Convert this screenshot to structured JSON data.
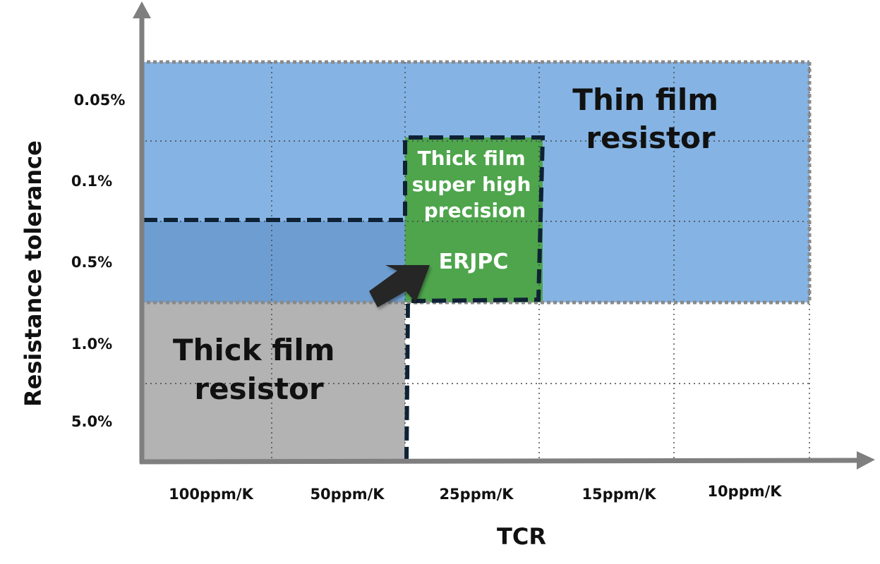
{
  "chart_data": {
    "type": "diagram",
    "xlabel": "TCR",
    "ylabel": "Resistance tolerance",
    "x_ticks": [
      "100ppm/K",
      "50ppm/K",
      "25ppm/K",
      "15ppm/K",
      "10ppm/K"
    ],
    "y_ticks": [
      "0.05%",
      "0.1%",
      "0.5%",
      "1.0%",
      "5.0%"
    ],
    "regions": [
      {
        "name": "thin-film",
        "label_lines": [
          "Thin film",
          "resistor"
        ],
        "tcr_range": [
          "100ppm/K",
          "10ppm/K"
        ],
        "tolerance_range": [
          "0.05%",
          "0.5%"
        ],
        "color": "#85b4e4"
      },
      {
        "name": "thick-film",
        "label_lines": [
          "Thick film",
          "resistor"
        ],
        "tcr_range": [
          "100ppm/K",
          "50ppm/K"
        ],
        "tolerance_range": [
          "1.0%",
          "5.0%"
        ],
        "color": "#b3b3b3"
      },
      {
        "name": "thick-film-super-high-precision",
        "label_lines": [
          "Thick film",
          "super high",
          "precision"
        ],
        "product": "ERJPC",
        "tcr_range": [
          "25ppm/K",
          "25ppm/K"
        ],
        "tolerance_range": [
          "0.1%",
          "0.5%"
        ],
        "color": "#4ea54c"
      }
    ],
    "colors": {
      "overlap": "#6e9ed1",
      "axis": "#7f7f7f",
      "dashed_border": "#0f2235",
      "grid": "#444444",
      "arrow": "#262626"
    }
  }
}
